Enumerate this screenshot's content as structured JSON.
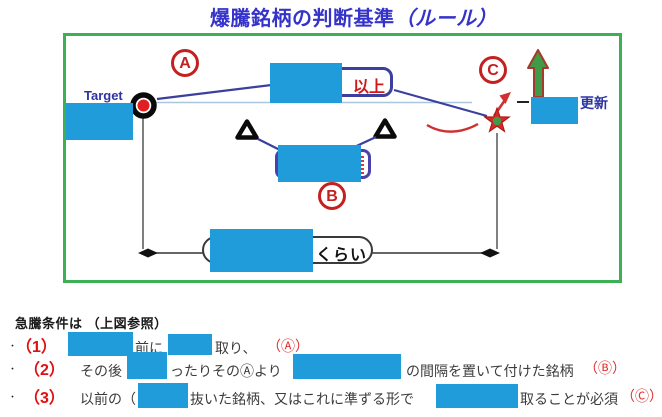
{
  "title": {
    "text": "爆騰銘柄の判断基準",
    "suffix": "（ルール）"
  },
  "diagram": {
    "target_label": "Target",
    "label_a": "A",
    "label_b": "B",
    "label_c": "C",
    "threshold_label": "以上",
    "update_label": "更新",
    "range_label": "くらい"
  },
  "notes": {
    "heading": "急騰条件は （上図参照）",
    "bullet": "・",
    "lines": [
      {
        "num": "（1）",
        "t1": "前に",
        "t2": "取り、",
        "ref": "（Ⓐ）"
      },
      {
        "num": "（2）",
        "t1": "その後",
        "t2": "ったりそのⒶより",
        "t3": "の間隔を置いて付けた銘柄",
        "ref": "（Ⓑ）"
      },
      {
        "num": "（3）",
        "t1": "以前の（",
        "t2": "抜いた銘柄、又はこれに準ずる形で",
        "t3": "取ることが必須",
        "ref": "（Ⓒ）"
      }
    ]
  },
  "colors": {
    "title_blue": "#3533c9",
    "frame_green": "#3cb054",
    "accent_red": "#c42020",
    "line_navy": "#3b3f9e",
    "censor_blue": "#1f9cd9"
  }
}
